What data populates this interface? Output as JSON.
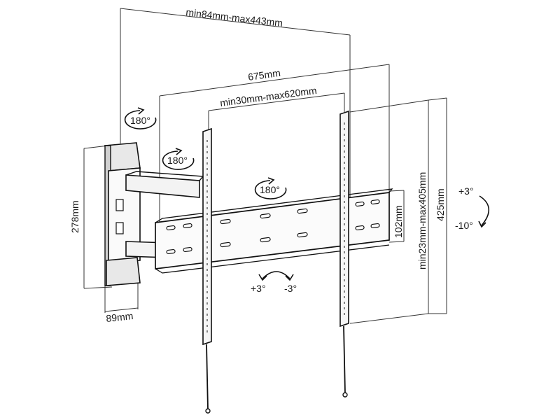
{
  "dimensions": {
    "arm_extension": "min84mm-max443mm",
    "overall_width": "675mm",
    "hole_spacing": "min30mm-max620mm",
    "wall_plate_height": "278mm",
    "wall_plate_depth": "89mm",
    "rail_height": "102mm",
    "vertical_pattern": "min23mm-max405mm",
    "overall_height": "425mm"
  },
  "rotations": {
    "swivel_arm_wall": "180°",
    "swivel_arm_mid": "180°",
    "swivel_center": "180°"
  },
  "tilt": {
    "up": "+3°",
    "down": "-10°"
  },
  "level": {
    "plus": "+3°",
    "minus": "-3°"
  },
  "colors": {
    "ink": "#111111",
    "line": "#333333",
    "background": "#ffffff"
  }
}
